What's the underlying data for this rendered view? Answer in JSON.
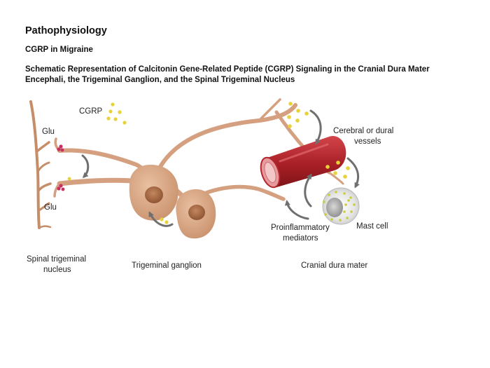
{
  "header": {
    "title": "Pathophysiology",
    "subtitle": "CGRP in Migraine",
    "heading": "Schematic Representation of Calcitonin Gene-Related Peptide (CGRP) Signaling in the Cranial Dura Mater Encephali, the Trigeminal Ganglion, and the Spinal Trigeminal Nucleus"
  },
  "labels": {
    "cgrp": "CGRP",
    "glu_top": "Glu",
    "glu_bottom": "Glu",
    "vessels_line1": "Cerebral or dural",
    "vessels_line2": "vessels",
    "mast_cell": "Mast cell",
    "proinflammatory_line1": "Proinflammatory",
    "proinflammatory_line2": "mediators",
    "spinal_line1": "Spinal trigeminal",
    "spinal_line2": "nucleus",
    "ganglion": "Trigeminal ganglion",
    "dura": "Cranial dura mater"
  },
  "colors": {
    "neuron": "#d9a483",
    "neuron_dark": "#b57a55",
    "vessel": "#b3262c",
    "vessel_light": "#e79a9e",
    "cgrp_dot": "#e8d23a",
    "glu_dot": "#c72f5e",
    "arrow": "#6f6f6f"
  }
}
